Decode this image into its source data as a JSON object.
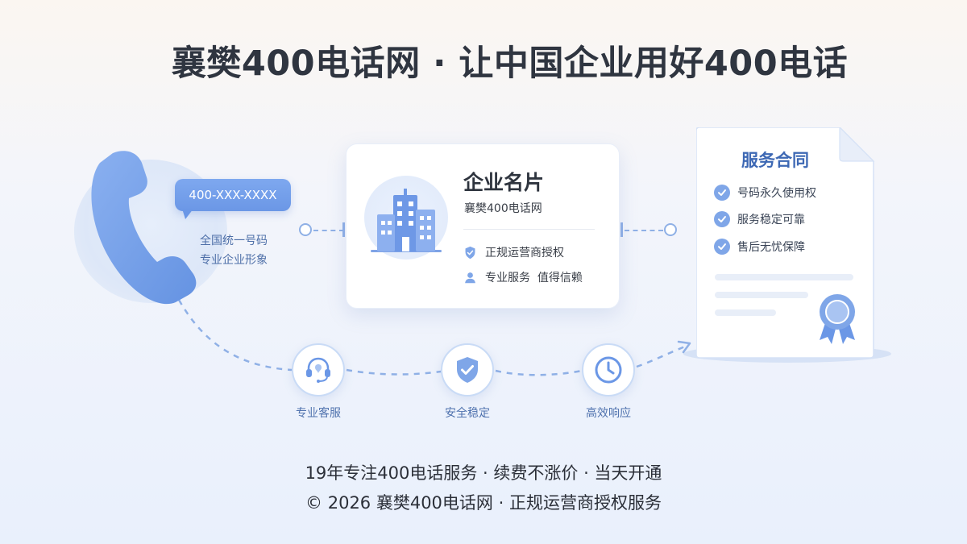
{
  "header": {
    "title": "襄樊400电话网 · 让中国企业用好400电话"
  },
  "phone": {
    "bubble_number": "400-XXX-XXXX",
    "caption_line1": "全国统一号码",
    "caption_line2": "专业企业形象"
  },
  "card": {
    "title": "企业名片",
    "subtitle": "襄樊400电话网",
    "row1": "正规运营商授权",
    "row2": "专业服务  值得信赖"
  },
  "contract": {
    "title": "服务合同",
    "items": [
      "号码永久使用权",
      "服务稳定可靠",
      "售后无忧保障"
    ]
  },
  "features": [
    {
      "label": "专业客服",
      "icon": "headset-icon"
    },
    {
      "label": "安全稳定",
      "icon": "shield-check-icon"
    },
    {
      "label": "高效响应",
      "icon": "clock-icon"
    }
  ],
  "footer": {
    "line1": "19年专注400电话服务 · 续费不涨价 · 当天开通",
    "line2": "© 2026 襄樊400电话网 · 正规运营商授权服务"
  },
  "colors": {
    "accent": "#6b97e6",
    "accent_light": "#8fb0e6",
    "title_blue": "#3d68b4",
    "text_dark": "#2b2f38"
  }
}
